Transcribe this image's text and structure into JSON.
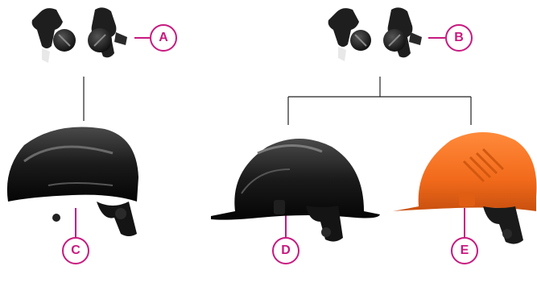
{
  "callouts": {
    "a": "A",
    "b": "B",
    "c": "C",
    "d": "D",
    "e": "E"
  },
  "colors": {
    "callout_accent": "#c8197f",
    "connector_line": "#222222",
    "helmet_black": "#1a1a1a",
    "helmet_orange": "#f26a1b",
    "mount_black": "#1e1e1e",
    "background": "#ffffff"
  },
  "items": [
    {
      "id": "attachment-set-a",
      "callout": "A",
      "depicts": "mount-pair"
    },
    {
      "id": "attachment-set-b",
      "callout": "B",
      "depicts": "mount-pair"
    },
    {
      "id": "helmet-c",
      "callout": "C",
      "color": "black"
    },
    {
      "id": "helmet-d",
      "callout": "D",
      "color": "black"
    },
    {
      "id": "helmet-e",
      "callout": "E",
      "color": "orange"
    }
  ]
}
